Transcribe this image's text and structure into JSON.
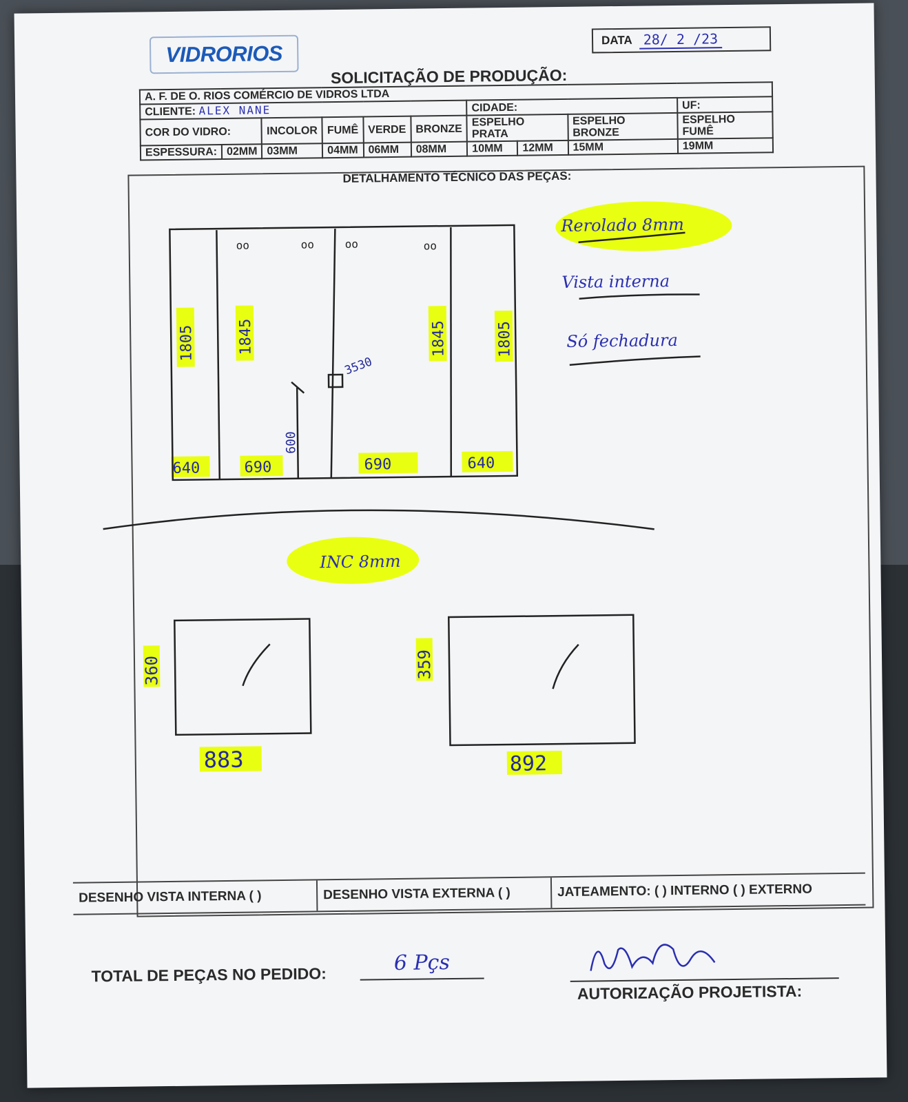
{
  "brand": {
    "logo": "VIDRORIOS"
  },
  "date": {
    "label": "DATA",
    "value": "28/ 2 /23"
  },
  "form": {
    "title": "SOLICITAÇÃO DE PRODUÇÃO:",
    "company": "A. F. DE O. RIOS COMÉRCIO DE VIDROS LTDA",
    "client_label": "CLIENTE:",
    "client_value": "ALEX NANE",
    "city_label": "CIDADE:",
    "uf_label": "UF:",
    "color_label": "COR DO VIDRO:",
    "colors": [
      "INCOLOR",
      "FUMÊ",
      "VERDE",
      "BRONZE",
      "ESPELHO PRATA",
      "ESPELHO BRONZE",
      "ESPELHO FUMÊ"
    ],
    "thickness_label": "ESPESSURA:",
    "thicknesses": [
      "02MM",
      "03MM",
      "04MM",
      "06MM",
      "08MM",
      "10MM",
      "12MM",
      "15MM",
      "19MM"
    ],
    "detail_title": "DETALHAMENTO TÉCNICO DAS PEÇAS:"
  },
  "drawing": {
    "notes": [
      "Rerolado 8mm",
      "Vista interna",
      "Só fechadura"
    ],
    "door_heights": [
      "1805",
      "1845",
      "1845",
      "1805"
    ],
    "door_widths": [
      "640",
      "690",
      "690",
      "640"
    ],
    "lock_code": "3530",
    "handle_height": "600",
    "glass_label": "INC 8mm",
    "panel_left": {
      "height": "360",
      "width": "883"
    },
    "panel_right": {
      "height": "359",
      "width": "892"
    }
  },
  "footer": {
    "internal_view": "DESENHO VISTA INTERNA ( )",
    "external_view": "DESENHO VISTA EXTERNA ( )",
    "sandblast": "JATEAMENTO: ( ) INTERNO ( ) EXTERNO",
    "total_label": "TOTAL DE PEÇAS NO PEDIDO:",
    "total_value": "6 Pçs",
    "signature": "Filipe Rios",
    "authorization_label": "AUTORIZAÇÃO PROJETISTA:"
  },
  "colors": {
    "ink_blue": "#2a2fb0",
    "highlight": "#e9ff12",
    "logo_blue": "#1c5ab8"
  }
}
